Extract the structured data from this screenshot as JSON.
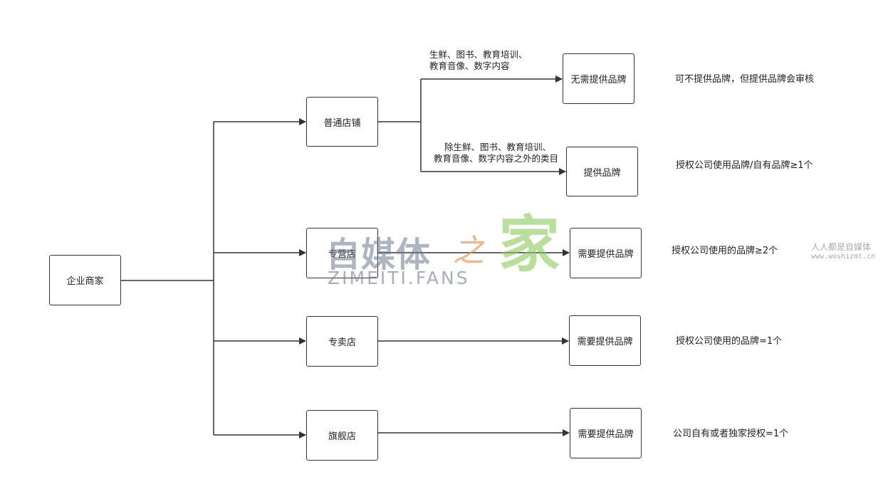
{
  "nodes": {
    "root": "企业商家",
    "ordinary": "普通店铺",
    "specialty": "专营店",
    "exclusive": "专卖店",
    "flagship": "旗舰店",
    "no_brand": "无需提供品牌",
    "provide_brand": "提供品牌",
    "need_brand_1": "需要提供品牌",
    "need_brand_2": "需要提供品牌",
    "need_brand_3": "需要提供品牌"
  },
  "edge_labels": {
    "cat_in_line1": "生鲜、图书、教育培训、",
    "cat_in_line2": "教育音像、数字内容",
    "cat_out_line1": "除生鲜、图书、教育培训、",
    "cat_out_line2": "教育音像、数字内容之外的类目"
  },
  "notes": {
    "no_brand": "可不提供品牌，但提供品牌会审核",
    "provide_brand": "授权公司使用品牌/自有品牌≥1个",
    "specialty": "授权公司使用的品牌≥2个",
    "exclusive": "授权公司使用的品牌=1个",
    "flagship": "公司自有或者独家授权=1个"
  },
  "watermark": {
    "main": "自媒体",
    "zhi": "之",
    "jia": "家",
    "sub": "ZIMEITI.FANS",
    "corner_line1": "人人都是自媒体",
    "corner_line2": "www.woshizmt.cn"
  }
}
